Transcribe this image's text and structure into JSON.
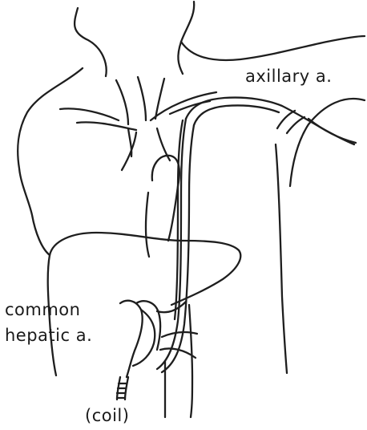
{
  "labels": {
    "axillary": "axillary a.",
    "common": "common",
    "hepatic": "hepatic a.",
    "coil": "(coil)"
  },
  "colors": {
    "line": "#1e1e1e",
    "background": "#ffffff"
  }
}
